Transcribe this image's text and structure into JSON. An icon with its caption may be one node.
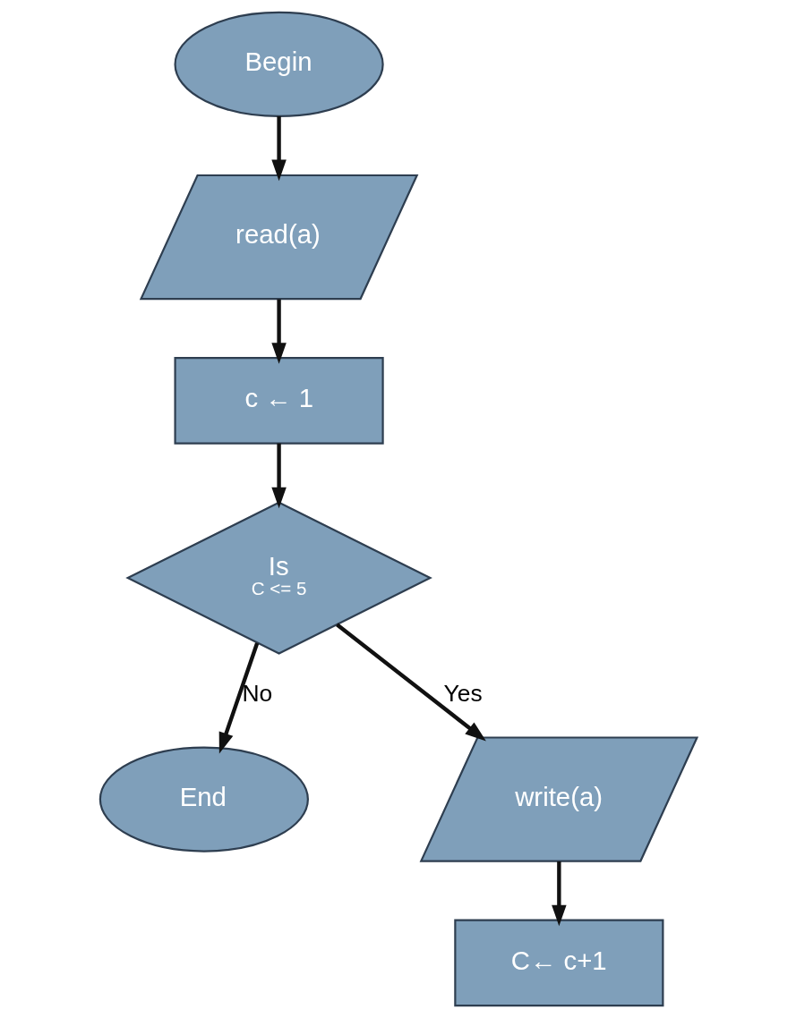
{
  "diagram": {
    "nodes": [
      {
        "text": [
          "Begin"
        ]
      },
      {
        "text": [
          "read(a)"
        ]
      },
      {
        "text": [
          "c ← 1"
        ]
      },
      {
        "text": [
          "Is",
          "C <= 5"
        ]
      },
      {
        "text": [
          "End"
        ]
      },
      {
        "text": [
          "write(a)"
        ]
      },
      {
        "text": [
          "C← c+1"
        ]
      }
    ],
    "edges": [
      {
        "from": 0,
        "to": 1,
        "arrow": "to"
      },
      {
        "from": 1,
        "to": 2,
        "arrow": "to"
      },
      {
        "from": 2,
        "to": 3,
        "arrow": "to"
      },
      {
        "from": 3,
        "to": 4,
        "arrow": "to",
        "label": "No"
      },
      {
        "from": 3,
        "to": 5,
        "arrow": "to",
        "label": "Yes"
      },
      {
        "from": 5,
        "to": 6,
        "arrow": "to"
      }
    ]
  }
}
